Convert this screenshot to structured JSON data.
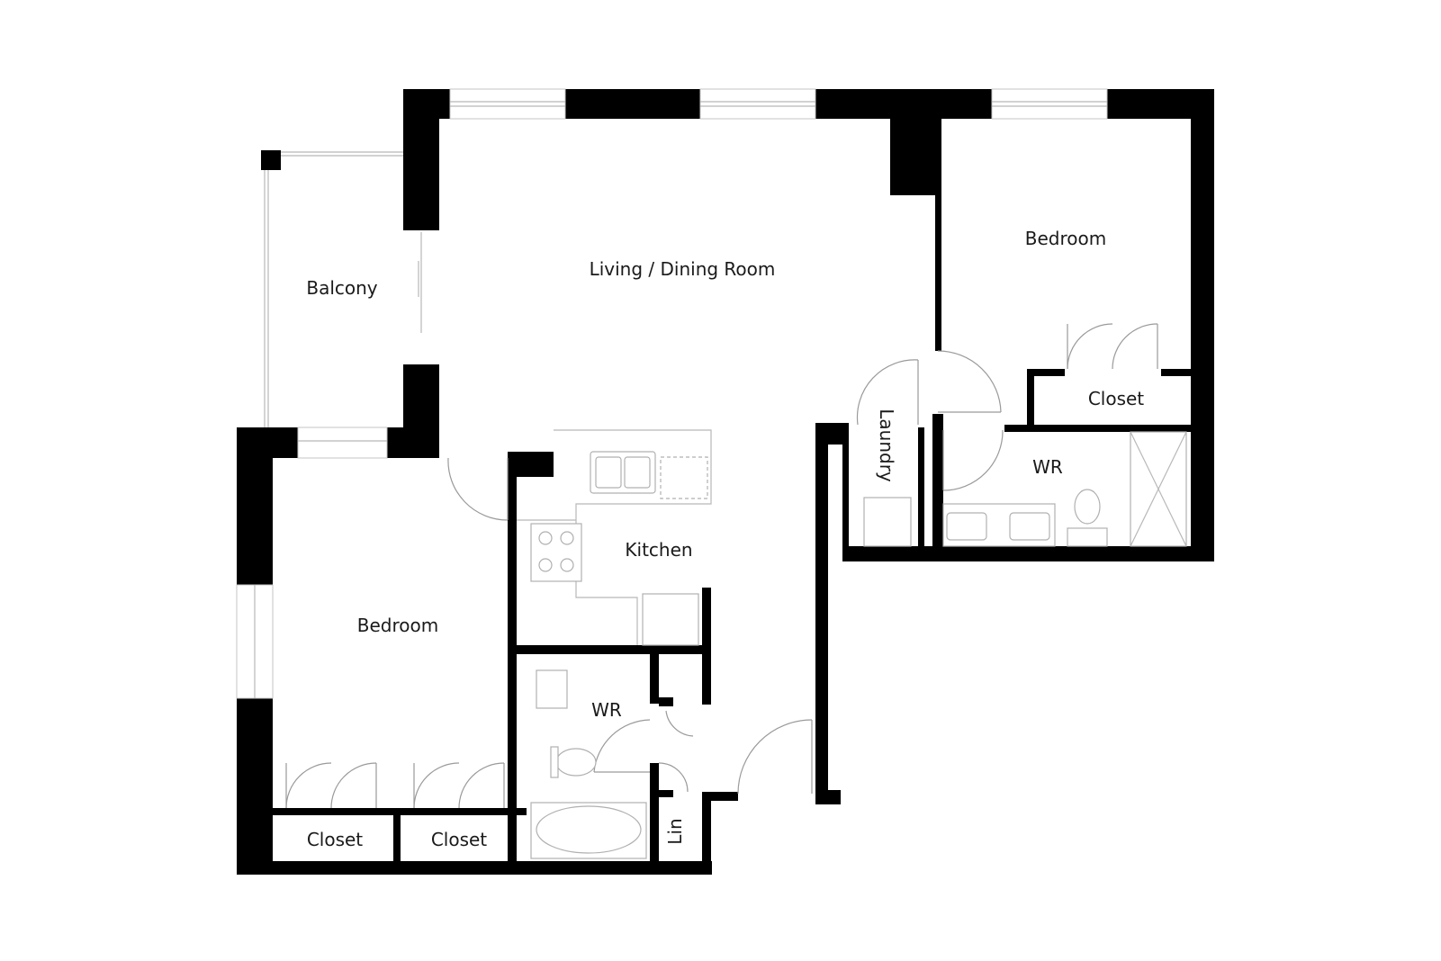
{
  "rooms": {
    "balcony": "Balcony",
    "living_dining": "Living / Dining Room",
    "bedroom_right": "Bedroom",
    "closet_right": "Closet",
    "laundry": "Laundry",
    "wr_right": "WR",
    "kitchen": "Kitchen",
    "bedroom_left": "Bedroom",
    "wr_left": "WR",
    "closet_left_1": "Closet",
    "closet_left_2": "Closet",
    "linen": "Lin"
  },
  "colors": {
    "wall": "#000000",
    "background": "#ffffff",
    "fixture_line": "#b0b0b0"
  }
}
